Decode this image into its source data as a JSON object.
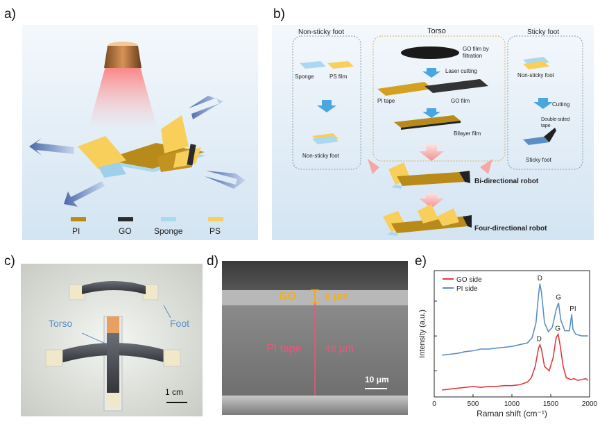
{
  "panel_a": {
    "label": "a)",
    "legend": [
      {
        "name": "PI",
        "color": "#b88a1a"
      },
      {
        "name": "GO",
        "color": "#2b2b2b"
      },
      {
        "name": "Sponge",
        "color": "#a9d8f0"
      },
      {
        "name": "PS",
        "color": "#f7cf5a"
      }
    ]
  },
  "panel_b": {
    "label": "b)",
    "sections": {
      "non_sticky_title": "Non-sticky foot",
      "torso_title": "Torso",
      "sticky_title": "Sticky foot"
    },
    "labels": {
      "sponge": "Sponge",
      "ps_film": "PS film",
      "non_sticky_foot": "Non-sticky  foot",
      "go_film_filtration": "GO film by filtration",
      "laser_cutting": "Laser  cutting",
      "pi_tape": "PI  tape",
      "go_film": "GO film",
      "bilayer_film": "Bilayer film",
      "non_sticky_foot_right": "Non-sticky  foot",
      "cutting": "Cutting",
      "double_sided_tape": "Double-sided tape",
      "sticky_foot": "Sticky foot",
      "bi_directional": "Bi-directional robot",
      "four_directional": "Four-directional robot"
    }
  },
  "panel_c": {
    "label": "c)",
    "torso": "Torso",
    "foot": "Foot",
    "scale": "1 cm"
  },
  "panel_d": {
    "label": "d)",
    "go": "GO",
    "go_thickness": "8 μm",
    "pi": "PI tape",
    "pi_thickness": "48 μm",
    "scale": "10 μm"
  },
  "panel_e": {
    "label": "e)",
    "chart_data": {
      "type": "line",
      "xlabel": "Raman shift (cm⁻¹)",
      "ylabel": "Intensity (a.u.)",
      "xlim": [
        0,
        2000
      ],
      "xticks": [
        0,
        500,
        1000,
        1500,
        2000
      ],
      "series": [
        {
          "name": "GO side",
          "color": "#e0393e",
          "points": [
            [
              100,
              0.08
            ],
            [
              200,
              0.09
            ],
            [
              300,
              0.1
            ],
            [
              400,
              0.11
            ],
            [
              500,
              0.12
            ],
            [
              600,
              0.11
            ],
            [
              700,
              0.12
            ],
            [
              800,
              0.12
            ],
            [
              900,
              0.13
            ],
            [
              1000,
              0.13
            ],
            [
              1100,
              0.14
            ],
            [
              1200,
              0.17
            ],
            [
              1250,
              0.22
            ],
            [
              1300,
              0.35
            ],
            [
              1340,
              0.55
            ],
            [
              1360,
              0.6
            ],
            [
              1380,
              0.55
            ],
            [
              1420,
              0.35
            ],
            [
              1480,
              0.3
            ],
            [
              1530,
              0.45
            ],
            [
              1570,
              0.68
            ],
            [
              1595,
              0.72
            ],
            [
              1620,
              0.6
            ],
            [
              1660,
              0.35
            ],
            [
              1700,
              0.22
            ],
            [
              1760,
              0.2
            ],
            [
              1800,
              0.21
            ],
            [
              1850,
              0.19
            ],
            [
              1900,
              0.2
            ],
            [
              1950,
              0.21
            ],
            [
              1980,
              0.19
            ]
          ],
          "annotations": [
            {
              "text": "D",
              "x": 1350
            },
            {
              "text": "G",
              "x": 1590
            }
          ]
        },
        {
          "name": "PI side",
          "color": "#5b8ec4",
          "points": [
            [
              100,
              0.48
            ],
            [
              200,
              0.49
            ],
            [
              300,
              0.5
            ],
            [
              400,
              0.52
            ],
            [
              500,
              0.53
            ],
            [
              600,
              0.55
            ],
            [
              700,
              0.55
            ],
            [
              800,
              0.56
            ],
            [
              900,
              0.57
            ],
            [
              1000,
              0.58
            ],
            [
              1100,
              0.6
            ],
            [
              1200,
              0.62
            ],
            [
              1260,
              0.68
            ],
            [
              1310,
              0.85
            ],
            [
              1340,
              1.15
            ],
            [
              1360,
              1.3
            ],
            [
              1380,
              1.2
            ],
            [
              1420,
              0.85
            ],
            [
              1470,
              0.75
            ],
            [
              1520,
              0.8
            ],
            [
              1570,
              1.0
            ],
            [
              1600,
              1.08
            ],
            [
              1630,
              0.88
            ],
            [
              1680,
              0.76
            ],
            [
              1740,
              0.76
            ],
            [
              1770,
              0.95
            ],
            [
              1785,
              0.78
            ],
            [
              1820,
              0.72
            ],
            [
              1900,
              0.7
            ],
            [
              1980,
              0.7
            ]
          ],
          "annotations": [
            {
              "text": "D",
              "x": 1360
            },
            {
              "text": "G",
              "x": 1600
            },
            {
              "text": "PI",
              "x": 1785
            }
          ]
        }
      ]
    }
  }
}
